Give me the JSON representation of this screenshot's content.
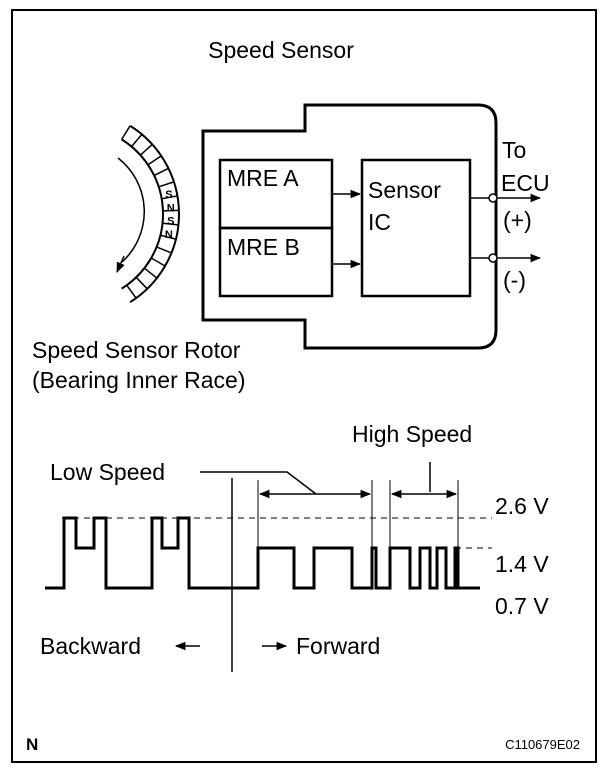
{
  "diagram": {
    "title": "Speed Sensor",
    "blocks": {
      "mre_a": "MRE A",
      "mre_b": "MRE B",
      "sensor_ic": [
        "Sensor",
        "IC"
      ]
    },
    "output": {
      "to": "To",
      "ecu": "ECU",
      "plus": "(+)",
      "minus": "(-)"
    },
    "rotor": {
      "label": "Speed Sensor Rotor",
      "sublabel": "(Bearing Inner Race)",
      "poles": [
        "S",
        "N",
        "S",
        "N"
      ]
    },
    "waveform": {
      "low_speed": "Low Speed",
      "high_speed": "High Speed",
      "levels": [
        "2.6 V",
        "1.4 V",
        "0.7 V"
      ],
      "backward": "Backward",
      "forward": "Forward"
    },
    "corner_mark": "N",
    "figure_code": "C110679E02"
  }
}
